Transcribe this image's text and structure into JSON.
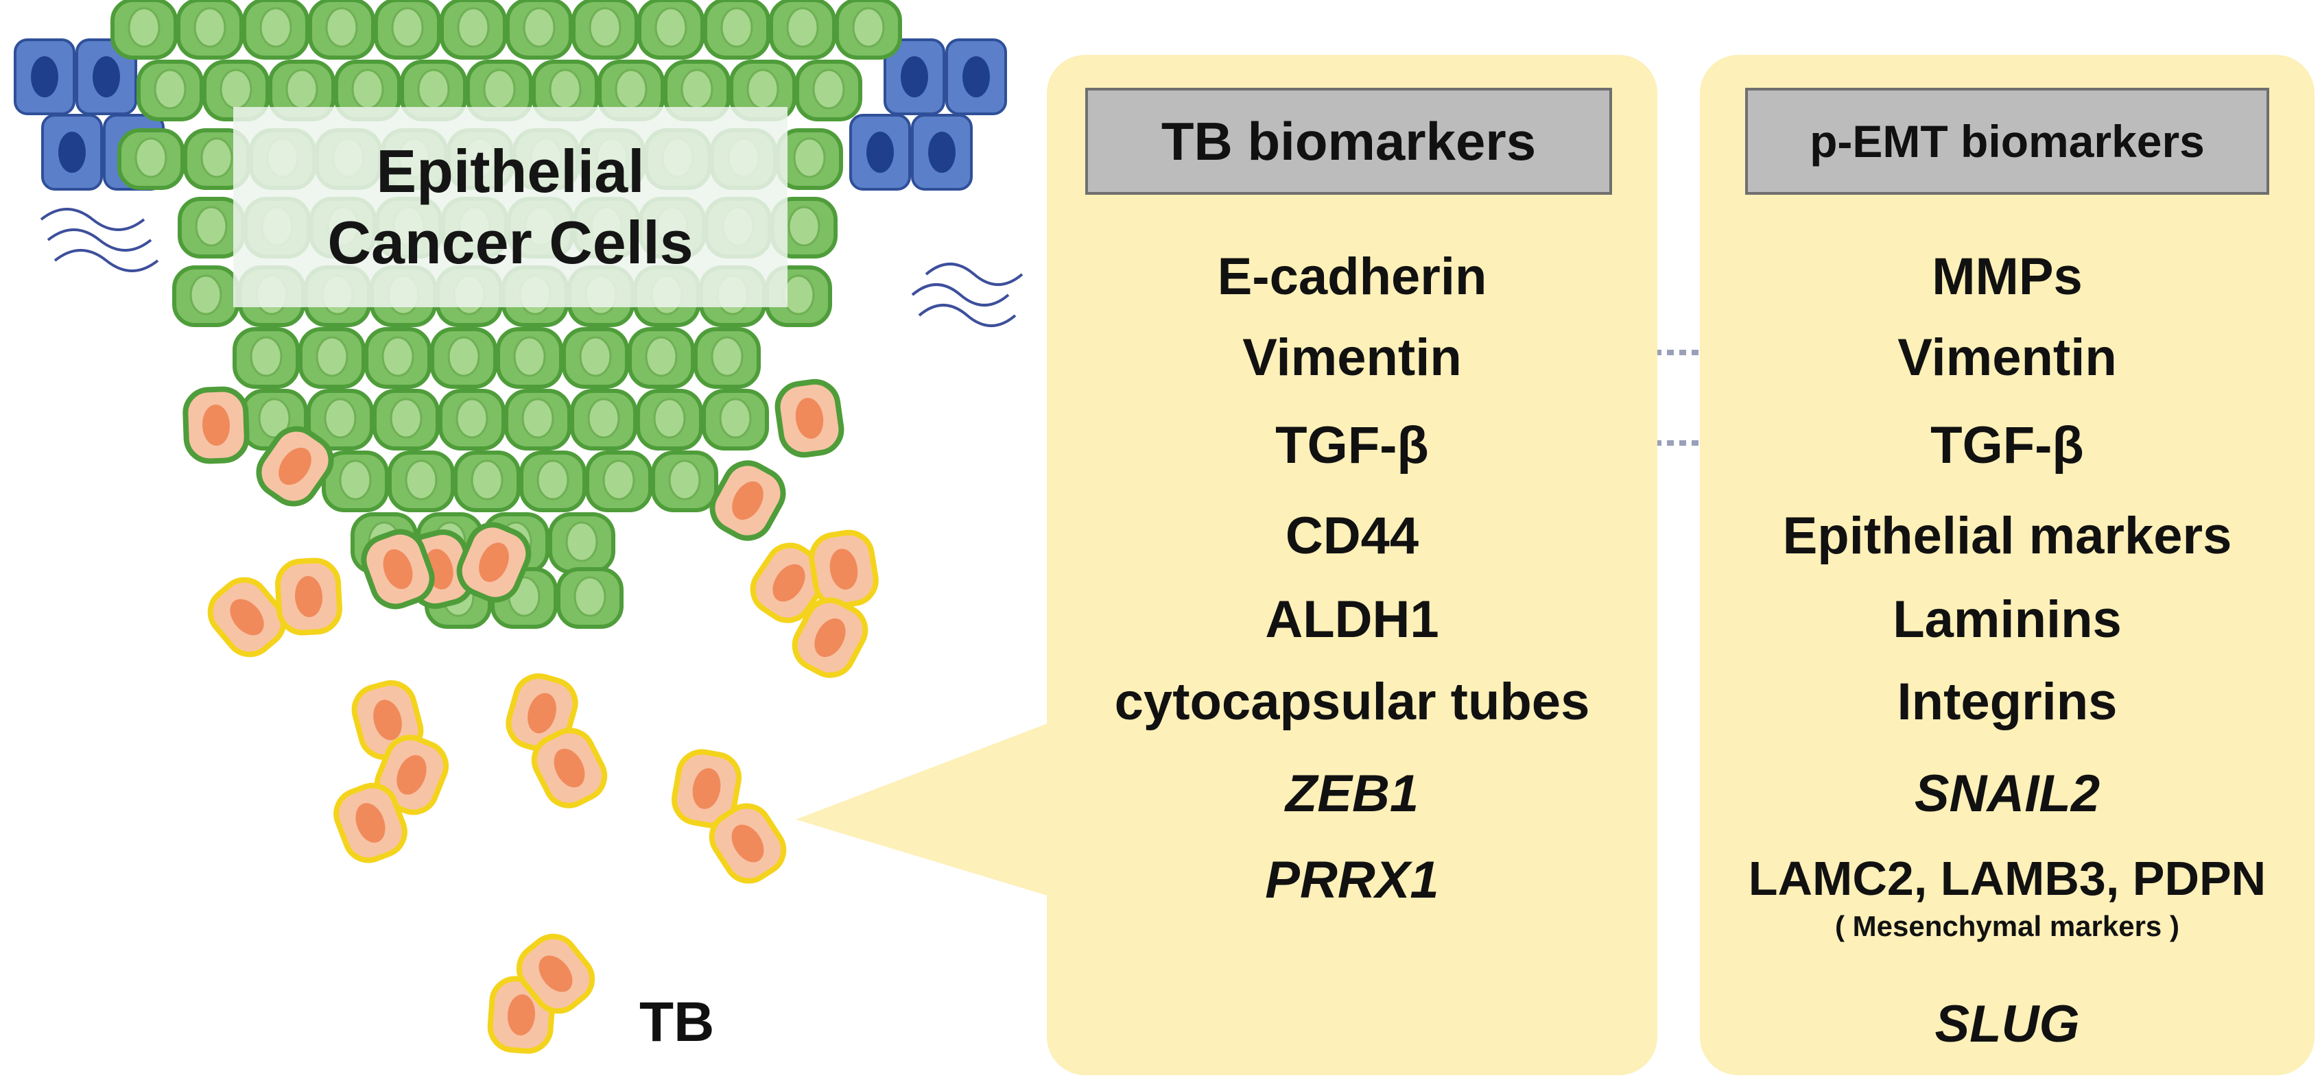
{
  "epithelial_label": {
    "line1": "Epithelial",
    "line2": "Cancer Cells"
  },
  "tb_label": "TB",
  "tb_panel": {
    "header": "TB biomarkers",
    "items": [
      "E-cadherin",
      "Vimentin",
      "TGF-β",
      "CD44",
      "ALDH1",
      "cytocapsular tubes",
      "ZEB1",
      "PRRX1"
    ]
  },
  "emt_panel": {
    "header": "p-EMT biomarkers",
    "items": [
      "MMPs",
      "Vimentin",
      "TGF-β",
      "Epithelial markers",
      "Laminins",
      "Integrins",
      "SNAIL2",
      "LAMC2, LAMB3, PDPN",
      "( Mesenchymal markers )",
      "SLUG"
    ]
  },
  "colors": {
    "panel": "#fdf0b8",
    "normal_cell": "#5b80c9",
    "cancer_cell": "#7dbf63",
    "budding_cell": "#f08a5b",
    "budding_outline": "#f4d31c",
    "connector": "#9aa0b8"
  }
}
